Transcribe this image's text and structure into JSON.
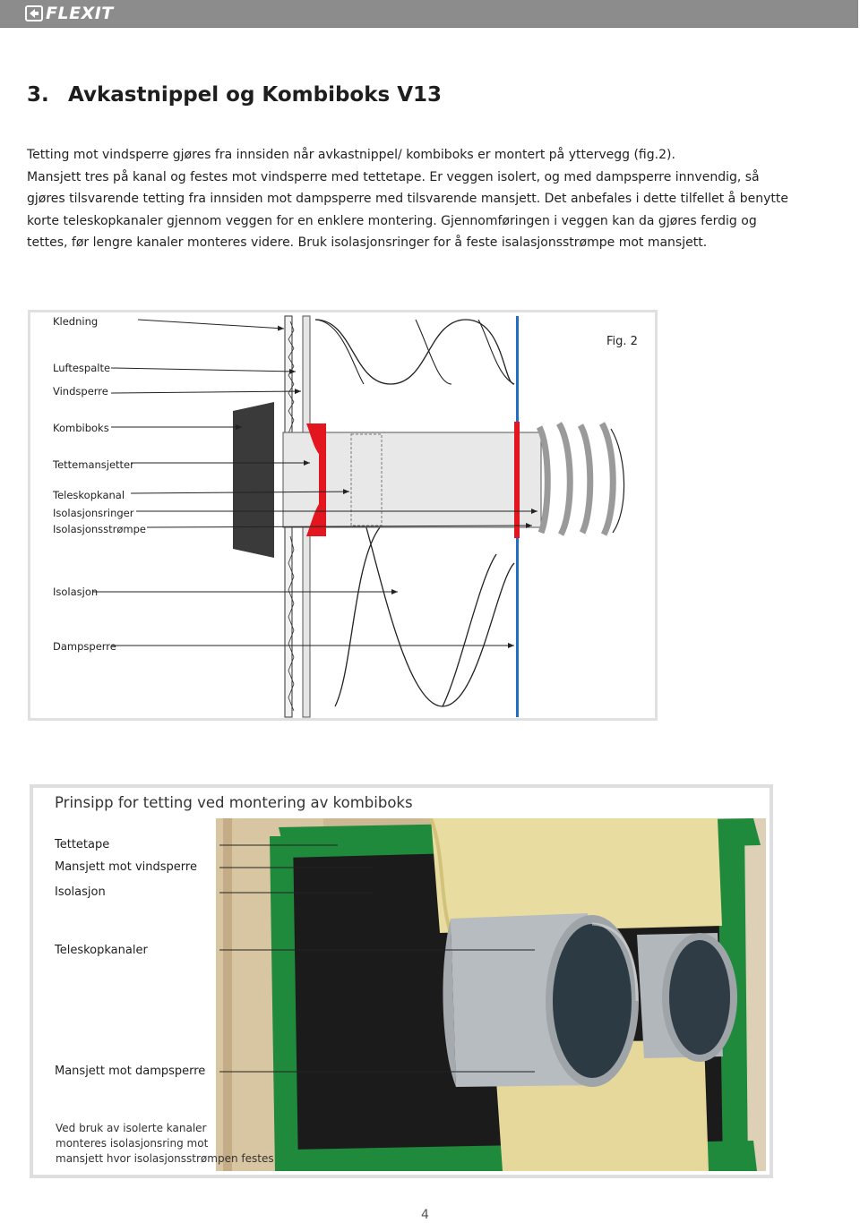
{
  "header": {
    "brand": "FLEXIT",
    "logo_icon": "flexit-arrow-logo",
    "color": "#8c8c8c"
  },
  "section": {
    "number": "3.",
    "title": "Avkastnippel og Kombiboks V13"
  },
  "intro_lines": [
    "Tetting mot vindsperre gjøres fra innsiden når avkastnippel/ kombiboks er montert på yttervegg (fig.2).",
    "Mansjett tres på kanal og festes mot vindsperre med tettetape. Er veggen isolert, og med dampsperre innvendig, så",
    "gjøres tilsvarende tetting fra innsiden mot dampsperre med tilsvarende mansjett. Det anbefales i dette tilfellet å benytte",
    "korte teleskopkanaler gjennom veggen for en enklere montering. Gjennomføringen i veggen kan da gjøres ferdig og",
    "tettes, før lengre kanaler monteres videre. Bruk isolasjonsringer for å feste isalasjonsstrømpe mot mansjett."
  ],
  "figure1": {
    "fig_label": "Fig. 2",
    "labels": [
      "Kledning",
      "Luftespalte",
      "Vindsperre",
      "Kombiboks",
      "Tettemansjetter",
      "Teleskopkanal",
      "Isolasjonsringer",
      "Isolasjonsstrømpe",
      "Isolasjon",
      "Dampsperre"
    ],
    "colors": {
      "sealing": "#e3161f",
      "vapour_barrier": "#1f6fc4",
      "box": "#3a3a3a",
      "duct": "#e8e8e8"
    }
  },
  "figure2": {
    "title": "Prinsipp for tetting ved montering av kombiboks",
    "labels": [
      "Tettetape",
      "Mansjett mot vindsperre",
      "Isolasjon",
      "Teleskopkanaler",
      "Mansjett mot dampsperre"
    ],
    "note_lines": [
      "Ved bruk av isolerte kanaler",
      "monteres isolasjonsring mot",
      "mansjett hvor isolasjonsstrømpen festes"
    ],
    "colors": {
      "tape": "#1f8a3c",
      "insulation": "#e9dca0",
      "wood": "#d9c7a6"
    }
  },
  "page_number": "4"
}
